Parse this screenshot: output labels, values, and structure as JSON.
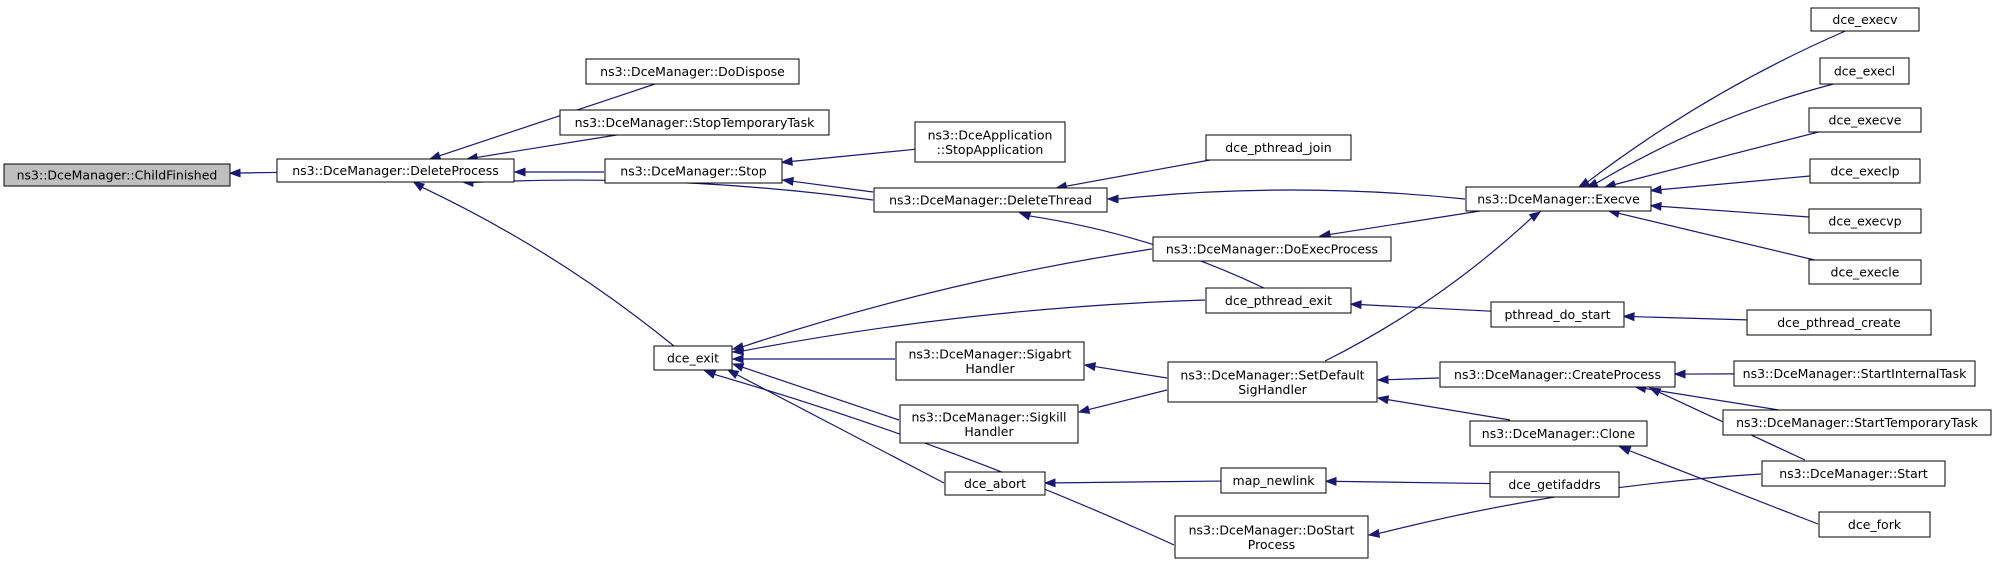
{
  "colors": {
    "edge": "#191970",
    "root_fill": "#bfbfbf",
    "node_fill": "#ffffff",
    "node_border": "#000000"
  },
  "nodes": [
    {
      "id": "childfinished",
      "label": [
        "ns3::DceManager::ChildFinished"
      ],
      "root": true
    },
    {
      "id": "deleteprocess",
      "label": [
        "ns3::DceManager::DeleteProcess"
      ]
    },
    {
      "id": "dodispose",
      "label": [
        "ns3::DceManager::DoDispose"
      ]
    },
    {
      "id": "stoptemporarytask",
      "label": [
        "ns3::DceManager::StopTemporaryTask"
      ]
    },
    {
      "id": "stop",
      "label": [
        "ns3::DceManager::Stop"
      ]
    },
    {
      "id": "stopapplication",
      "label": [
        "ns3::DceApplication",
        "::StopApplication"
      ]
    },
    {
      "id": "deletethread",
      "label": [
        "ns3::DceManager::DeleteThread"
      ]
    },
    {
      "id": "pthread_join",
      "label": [
        "dce_pthread_join"
      ]
    },
    {
      "id": "execve_mgr",
      "label": [
        "ns3::DceManager::Execve"
      ]
    },
    {
      "id": "execv",
      "label": [
        "dce_execv"
      ]
    },
    {
      "id": "execl",
      "label": [
        "dce_execl"
      ]
    },
    {
      "id": "execve",
      "label": [
        "dce_execve"
      ]
    },
    {
      "id": "execlp",
      "label": [
        "dce_execlp"
      ]
    },
    {
      "id": "execvp",
      "label": [
        "dce_execvp"
      ]
    },
    {
      "id": "execle",
      "label": [
        "dce_execle"
      ]
    },
    {
      "id": "doexecprocess",
      "label": [
        "ns3::DceManager::DoExecProcess"
      ]
    },
    {
      "id": "pthread_exit",
      "label": [
        "dce_pthread_exit"
      ]
    },
    {
      "id": "pthread_do_start",
      "label": [
        "pthread_do_start"
      ]
    },
    {
      "id": "pthread_create",
      "label": [
        "dce_pthread_create"
      ]
    },
    {
      "id": "dce_exit",
      "label": [
        "dce_exit"
      ]
    },
    {
      "id": "sigabrt",
      "label": [
        "ns3::DceManager::Sigabrt",
        "Handler"
      ]
    },
    {
      "id": "sigkill",
      "label": [
        "ns3::DceManager::Sigkill",
        "Handler"
      ]
    },
    {
      "id": "setdefaultsig",
      "label": [
        "ns3::DceManager::SetDefault",
        "SigHandler"
      ]
    },
    {
      "id": "createprocess",
      "label": [
        "ns3::DceManager::CreateProcess"
      ]
    },
    {
      "id": "startinternaltask",
      "label": [
        "ns3::DceManager::StartInternalTask"
      ]
    },
    {
      "id": "starttemporarytask",
      "label": [
        "ns3::DceManager::StartTemporaryTask"
      ]
    },
    {
      "id": "clone",
      "label": [
        "ns3::DceManager::Clone"
      ]
    },
    {
      "id": "start",
      "label": [
        "ns3::DceManager::Start"
      ]
    },
    {
      "id": "fork",
      "label": [
        "dce_fork"
      ]
    },
    {
      "id": "abort",
      "label": [
        "dce_abort"
      ]
    },
    {
      "id": "map_newlink",
      "label": [
        "map_newlink"
      ]
    },
    {
      "id": "getifaddrs",
      "label": [
        "dce_getifaddrs"
      ]
    },
    {
      "id": "dostartprocess",
      "label": [
        "ns3::DceManager::DoStart",
        "Process"
      ]
    }
  ],
  "edges": [
    {
      "from": "deleteprocess",
      "to": "childfinished"
    },
    {
      "from": "dodispose",
      "to": "deleteprocess"
    },
    {
      "from": "stoptemporarytask",
      "to": "deleteprocess"
    },
    {
      "from": "stop",
      "to": "deleteprocess"
    },
    {
      "from": "deletethread",
      "to": "deleteprocess"
    },
    {
      "from": "dce_exit",
      "to": "deleteprocess"
    },
    {
      "from": "stopapplication",
      "to": "stop"
    },
    {
      "from": "deletethread",
      "to": "stop"
    },
    {
      "from": "pthread_join",
      "to": "deletethread"
    },
    {
      "from": "execve_mgr",
      "to": "deletethread"
    },
    {
      "from": "pthread_exit",
      "to": "deletethread"
    },
    {
      "from": "execv",
      "to": "execve_mgr"
    },
    {
      "from": "execl",
      "to": "execve_mgr"
    },
    {
      "from": "execve",
      "to": "execve_mgr"
    },
    {
      "from": "execlp",
      "to": "execve_mgr"
    },
    {
      "from": "execvp",
      "to": "execve_mgr"
    },
    {
      "from": "execle",
      "to": "execve_mgr"
    },
    {
      "from": "execve_mgr",
      "to": "doexecprocess"
    },
    {
      "from": "setdefaultsig",
      "to": "execve_mgr"
    },
    {
      "from": "doexecprocess",
      "to": "dce_exit"
    },
    {
      "from": "pthread_exit",
      "to": "dce_exit"
    },
    {
      "from": "sigabrt",
      "to": "dce_exit"
    },
    {
      "from": "sigkill",
      "to": "dce_exit"
    },
    {
      "from": "abort",
      "to": "dce_exit"
    },
    {
      "from": "dostartprocess",
      "to": "dce_exit"
    },
    {
      "from": "pthread_do_start",
      "to": "pthread_exit"
    },
    {
      "from": "pthread_create",
      "to": "pthread_do_start"
    },
    {
      "from": "setdefaultsig",
      "to": "sigabrt"
    },
    {
      "from": "setdefaultsig",
      "to": "sigkill"
    },
    {
      "from": "createprocess",
      "to": "setdefaultsig"
    },
    {
      "from": "clone",
      "to": "setdefaultsig"
    },
    {
      "from": "startinternaltask",
      "to": "createprocess"
    },
    {
      "from": "starttemporarytask",
      "to": "createprocess"
    },
    {
      "from": "start",
      "to": "createprocess"
    },
    {
      "from": "fork",
      "to": "clone"
    },
    {
      "from": "map_newlink",
      "to": "abort"
    },
    {
      "from": "getifaddrs",
      "to": "map_newlink"
    },
    {
      "from": "start",
      "to": "dostartprocess"
    }
  ]
}
